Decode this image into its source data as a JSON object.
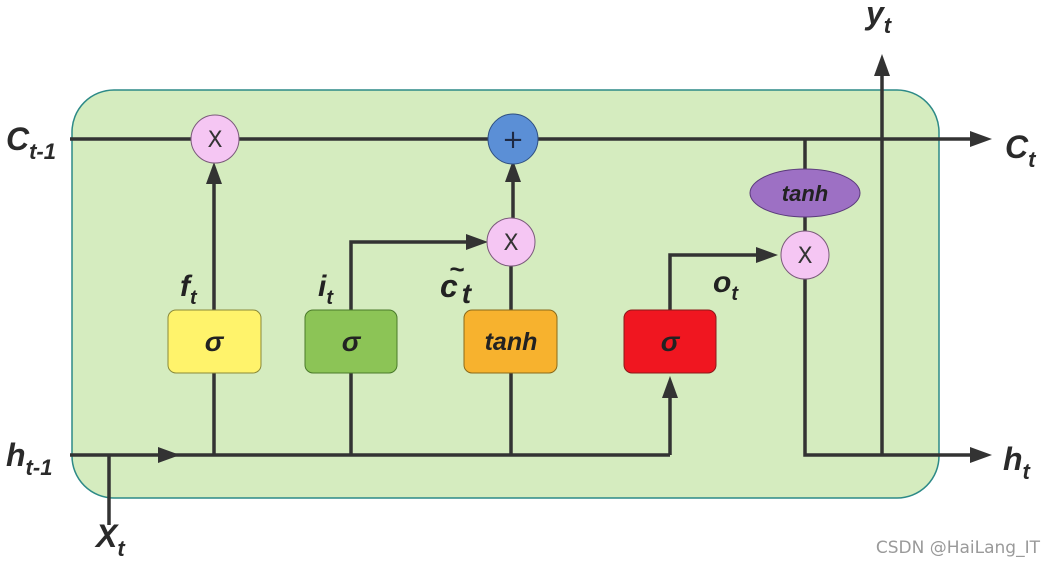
{
  "colors": {
    "cell_fill": "#d5ecbf",
    "cell_border": "#2d8a87",
    "line": "#333333",
    "mult_node": "#f5c6f3",
    "add_node": "#5b8fd6",
    "gate_forget": "#fff36b",
    "gate_input": "#8cc456",
    "gate_candidate": "#f7b22e",
    "gate_output": "#f01620",
    "tanh_ellipse": "#9d70c4"
  },
  "external_labels": {
    "c_prev": {
      "base": "C",
      "sub": "t-1"
    },
    "c_next": {
      "base": "C",
      "sub": "t"
    },
    "h_prev": {
      "base": "h",
      "sub": "t-1"
    },
    "h_next": {
      "base": "h",
      "sub": "t"
    },
    "x_input": {
      "base": "X",
      "sub": "t"
    },
    "y_output": {
      "base": "y",
      "sub": "t"
    }
  },
  "gate_labels": {
    "forget": {
      "base": "f",
      "sub": "t"
    },
    "input": {
      "base": "i",
      "sub": "t"
    },
    "candidate": {
      "tilde": "~",
      "base": "c",
      "sub": "t"
    },
    "output": {
      "base": "o",
      "sub": "t"
    }
  },
  "gates": {
    "forget": "σ",
    "input": "σ",
    "candidate": "tanh",
    "output": "σ"
  },
  "ops": {
    "multiply": "X",
    "add": "+",
    "tanh": "tanh"
  },
  "watermark": "CSDN @HaiLang_IT"
}
